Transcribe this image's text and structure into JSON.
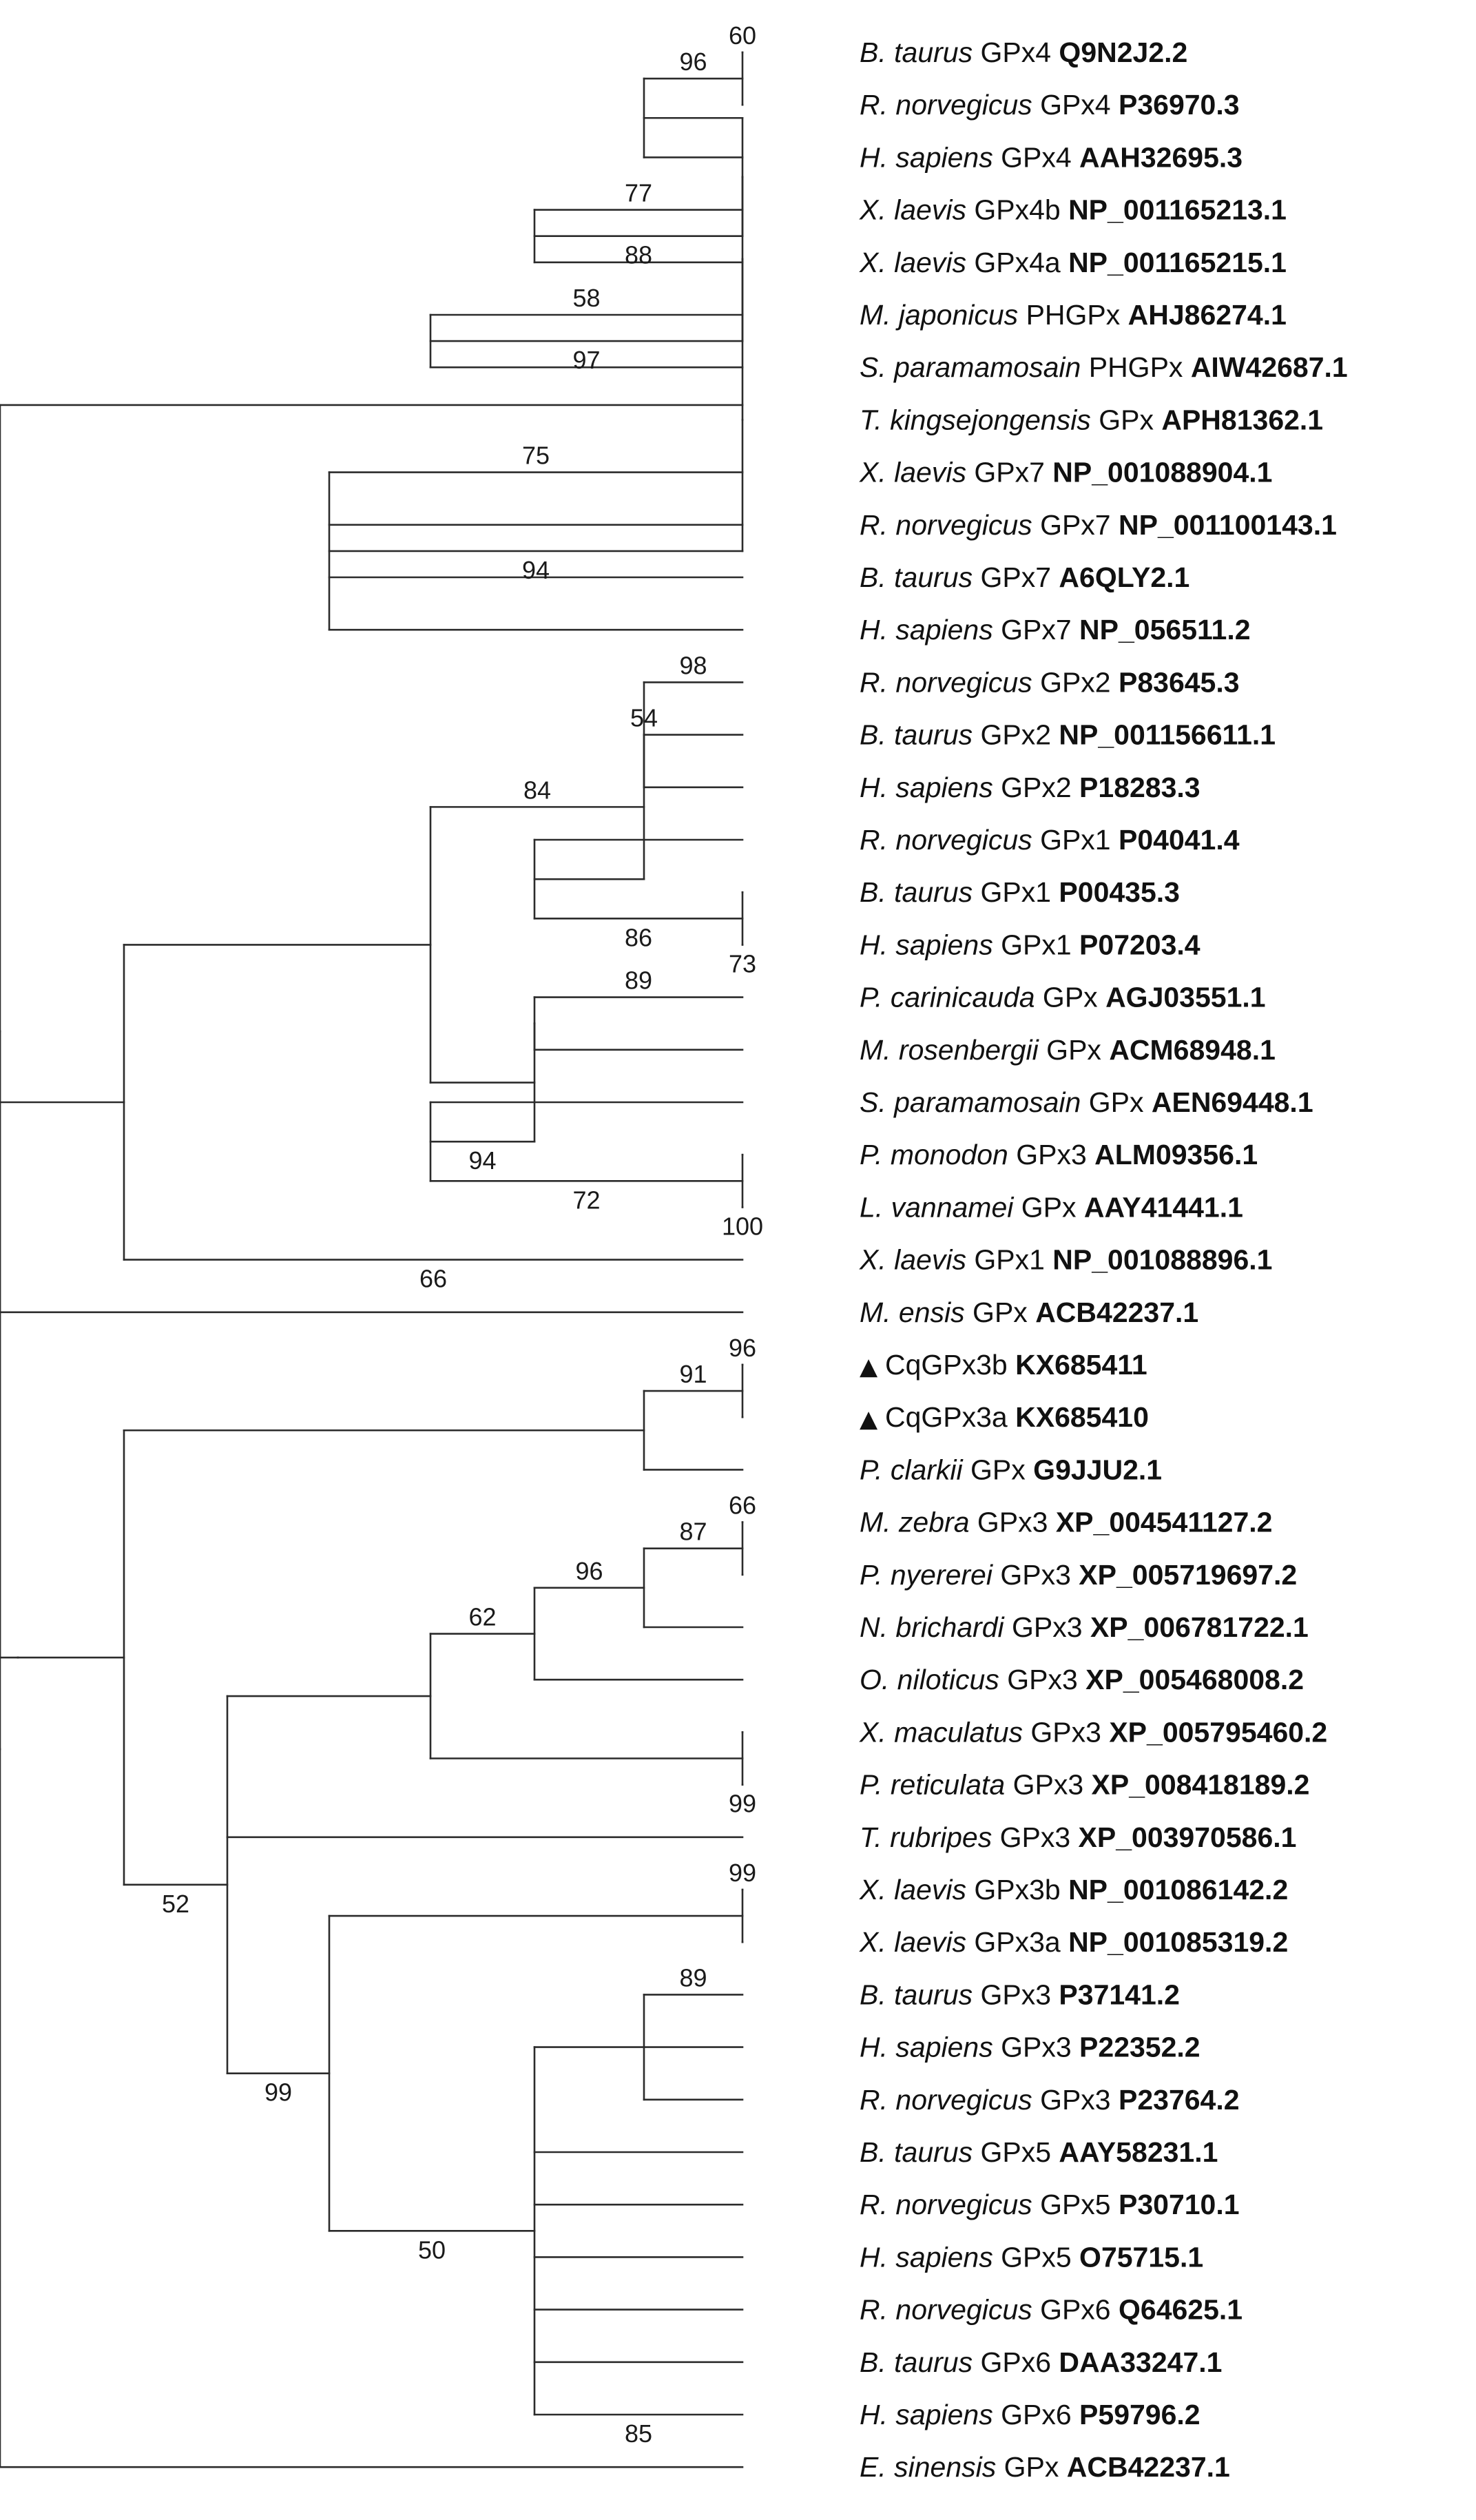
{
  "taxa": [
    {
      "species": "B. taurus",
      "gene": "GPx4",
      "accession": "Q9N2J2.2",
      "marker": ""
    },
    {
      "species": "R. norvegicus",
      "gene": "GPx4",
      "accession": "P36970.3",
      "marker": ""
    },
    {
      "species": "H. sapiens",
      "gene": "GPx4",
      "accession": "AAH32695.3",
      "marker": ""
    },
    {
      "species": "X. laevis",
      "gene": "GPx4b",
      "accession": "NP_001165213.1",
      "marker": ""
    },
    {
      "species": "X. laevis",
      "gene": "GPx4a",
      "accession": "NP_001165215.1",
      "marker": ""
    },
    {
      "species": "M. japonicus",
      "gene": "PHGPx",
      "accession": "AHJ86274.1",
      "marker": ""
    },
    {
      "species": "S. paramamosain",
      "gene": "PHGPx",
      "accession": "AIW42687.1",
      "marker": ""
    },
    {
      "species": "T. kingsejongensis",
      "gene": "GPx",
      "accession": "APH81362.1",
      "marker": ""
    },
    {
      "species": "X. laevis",
      "gene": "GPx7",
      "accession": "NP_001088904.1",
      "marker": ""
    },
    {
      "species": "R. norvegicus",
      "gene": "GPx7",
      "accession": "NP_001100143.1",
      "marker": ""
    },
    {
      "species": "B. taurus",
      "gene": "GPx7",
      "accession": "A6QLY2.1",
      "marker": ""
    },
    {
      "species": "H. sapiens",
      "gene": "GPx7",
      "accession": "NP_056511.2",
      "marker": ""
    },
    {
      "species": "R. norvegicus",
      "gene": "GPx2",
      "accession": "P83645.3",
      "marker": ""
    },
    {
      "species": "B. taurus",
      "gene": "GPx2",
      "accession": "NP_001156611.1",
      "marker": ""
    },
    {
      "species": "H. sapiens",
      "gene": "GPx2",
      "accession": "P18283.3",
      "marker": ""
    },
    {
      "species": "R. norvegicus",
      "gene": "GPx1",
      "accession": "P04041.4",
      "marker": ""
    },
    {
      "species": "B. taurus",
      "gene": "GPx1",
      "accession": "P00435.3",
      "marker": ""
    },
    {
      "species": "H. sapiens",
      "gene": "GPx1",
      "accession": "P07203.4",
      "marker": ""
    },
    {
      "species": "P. carinicauda",
      "gene": "GPx",
      "accession": "AGJ03551.1",
      "marker": ""
    },
    {
      "species": "M. rosenbergii",
      "gene": "GPx",
      "accession": "ACM68948.1",
      "marker": ""
    },
    {
      "species": "S. paramamosain",
      "gene": "GPx",
      "accession": "AEN69448.1",
      "marker": ""
    },
    {
      "species": "P. monodon",
      "gene": "GPx3",
      "accession": "ALM09356.1",
      "marker": ""
    },
    {
      "species": "L. vannamei",
      "gene": "GPx",
      "accession": "AAY41441.1",
      "marker": ""
    },
    {
      "species": "X. laevis",
      "gene": "GPx1",
      "accession": "NP_001088896.1",
      "marker": ""
    },
    {
      "species": "M. ensis",
      "gene": "GPx",
      "accession": "ACB42237.1",
      "marker": ""
    },
    {
      "species": "",
      "gene": "CqGPx3b",
      "accession": "KX685411",
      "marker": "▲"
    },
    {
      "species": "",
      "gene": "CqGPx3a",
      "accession": "KX685410",
      "marker": "▲"
    },
    {
      "species": "P. clarkii",
      "gene": "GPx",
      "accession": "G9JJU2.1",
      "marker": ""
    },
    {
      "species": "M. zebra",
      "gene": "GPx3",
      "accession": "XP_004541127.2",
      "marker": ""
    },
    {
      "species": "P. nyererei",
      "gene": "GPx3",
      "accession": "XP_005719697.2",
      "marker": ""
    },
    {
      "species": "N. brichardi",
      "gene": "GPx3",
      "accession": "XP_006781722.1",
      "marker": ""
    },
    {
      "species": "O. niloticus",
      "gene": "GPx3",
      "accession": "XP_005468008.2",
      "marker": ""
    },
    {
      "species": "X. maculatus",
      "gene": "GPx3",
      "accession": "XP_005795460.2",
      "marker": ""
    },
    {
      "species": "P. reticulata",
      "gene": "GPx3",
      "accession": "XP_008418189.2",
      "marker": ""
    },
    {
      "species": "T. rubripes",
      "gene": "GPx3",
      "accession": "XP_003970586.1",
      "marker": ""
    },
    {
      "species": "X. laevis",
      "gene": "GPx3b",
      "accession": "NP_001086142.2",
      "marker": ""
    },
    {
      "species": "X. laevis",
      "gene": "GPx3a",
      "accession": "NP_001085319.2",
      "marker": ""
    },
    {
      "species": "B. taurus",
      "gene": "GPx3",
      "accession": "P37141.2",
      "marker": ""
    },
    {
      "species": "H. sapiens",
      "gene": "GPx3",
      "accession": "P22352.2",
      "marker": ""
    },
    {
      "species": "R. norvegicus",
      "gene": "GPx3",
      "accession": "P23764.2",
      "marker": ""
    },
    {
      "species": "B. taurus",
      "gene": "GPx5",
      "accession": "AAY58231.1",
      "marker": ""
    },
    {
      "species": "R. norvegicus",
      "gene": "GPx5",
      "accession": "P30710.1",
      "marker": ""
    },
    {
      "species": "H. sapiens",
      "gene": "GPx5",
      "accession": "O75715.1",
      "marker": ""
    },
    {
      "species": "R. norvegicus",
      "gene": "GPx6",
      "accession": "Q64625.1",
      "marker": ""
    },
    {
      "species": "B. taurus",
      "gene": "GPx6",
      "accession": "DAA33247.1",
      "marker": ""
    },
    {
      "species": "H. sapiens",
      "gene": "GPx6",
      "accession": "P59796.2",
      "marker": ""
    },
    {
      "species": "E. sinensis",
      "gene": "GPx",
      "accession": "ACB42237.1",
      "marker": ""
    }
  ],
  "bootstrap_values": [
    "60",
    "96",
    "77",
    "88",
    "58",
    "97",
    "75",
    "94",
    "98",
    "54",
    "86",
    "73",
    "84",
    "89",
    "94",
    "72",
    "100",
    "66",
    "96",
    "91",
    "66",
    "87",
    "96",
    "62",
    "99",
    "52",
    "99",
    "99",
    "89",
    "50",
    "85"
  ],
  "tree": [
    [
      [
        [
          [
            [
              [
                0,
                1
              ],
              2
            ],
            [
              3,
              4
            ]
          ],
          [
            5,
            6
          ]
        ],
        7,
        [
          8,
          9,
          10,
          11
        ]
      ],
      [
        [
          [
            [
              12,
              13,
              14
            ],
            [
              15,
              [
                16,
                17
              ]
            ]
          ],
          [
            [
              18,
              19
            ],
            [
              20,
              [
                21,
                22
              ]
            ]
          ]
        ],
        23
      ],
      24,
      [
        [
          [
            [
              25,
              26
            ],
            27
          ],
          [
            [
              [
                [
                  [
                    28,
                    29
                  ],
                  30
                ],
                31
              ],
              [
                32,
                33
              ]
            ],
            34,
            [
              [
                35,
                36
              ],
              [
                [
                  37,
                  38,
                  39
                ],
                40,
                41,
                42,
                43,
                44,
                45
              ]
            ]
          ]
        ]
      ]
    ],
    46
  ]
}
